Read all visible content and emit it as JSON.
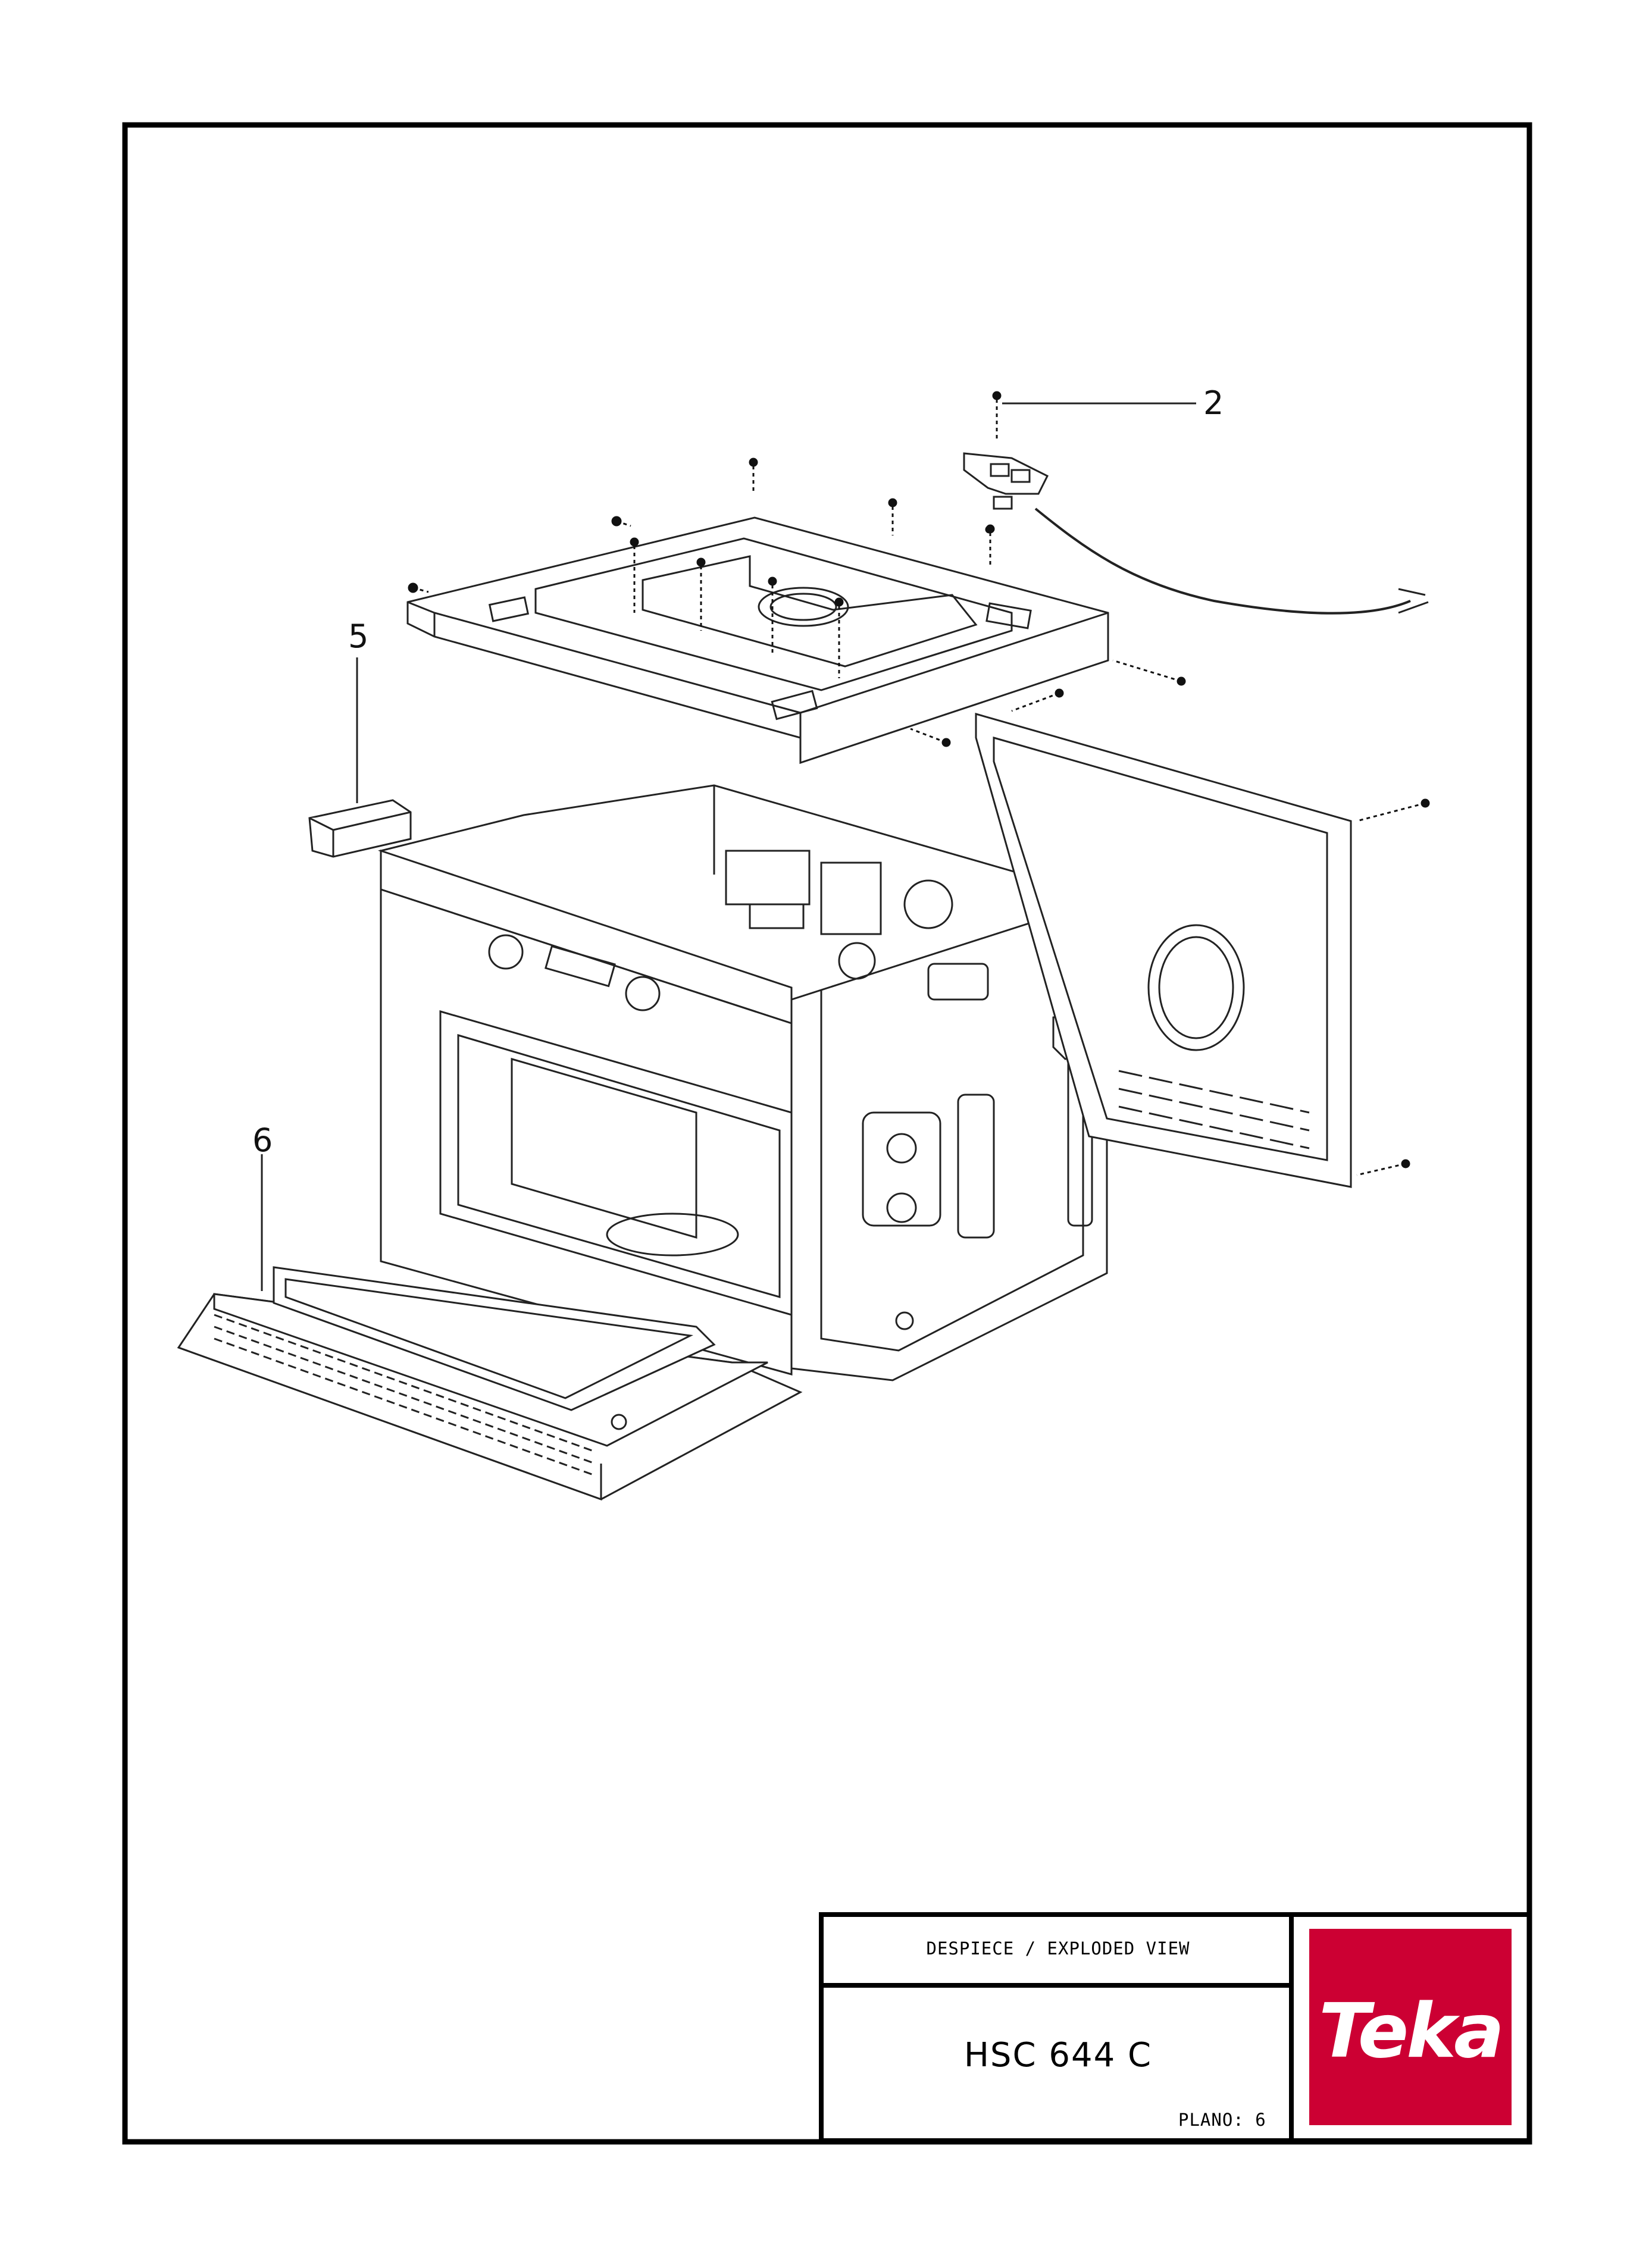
{
  "drawing": {
    "callouts": [
      {
        "id": "2",
        "label": "2"
      },
      {
        "id": "5",
        "label": "5"
      },
      {
        "id": "6",
        "label": "6"
      }
    ]
  },
  "title_block": {
    "title": "DESPIECE / EXPLODED VIEW",
    "model": "HSC 644 C",
    "plano": "PLANO: 6"
  },
  "logo": {
    "text": "Teka",
    "background_color": "#cc0033",
    "text_color": "#ffffff"
  }
}
